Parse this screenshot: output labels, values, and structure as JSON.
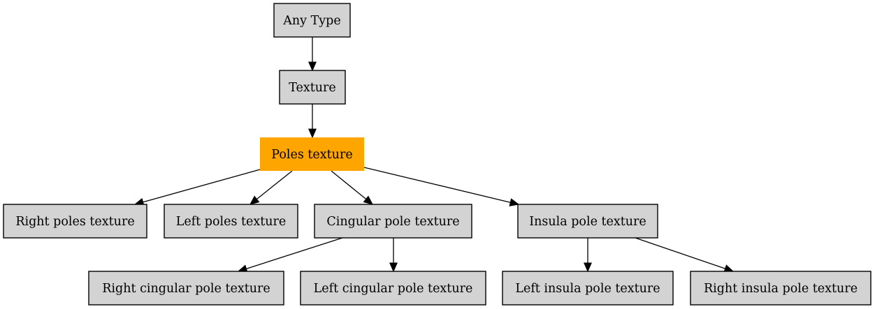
{
  "diagram": {
    "nodes": [
      {
        "id": "any_type",
        "label": "Any Type"
      },
      {
        "id": "texture",
        "label": "Texture"
      },
      {
        "id": "poles_texture",
        "label": "Poles texture",
        "highlight": true
      },
      {
        "id": "right_poles",
        "label": "Right poles texture"
      },
      {
        "id": "left_poles",
        "label": "Left poles texture"
      },
      {
        "id": "cingular_pole",
        "label": "Cingular pole texture"
      },
      {
        "id": "insula_pole",
        "label": "Insula pole texture"
      },
      {
        "id": "right_cingular",
        "label": "Right cingular pole texture"
      },
      {
        "id": "left_cingular",
        "label": "Left cingular pole texture"
      },
      {
        "id": "left_insula",
        "label": "Left insula pole texture"
      },
      {
        "id": "right_insula",
        "label": "Right insula pole texture"
      }
    ],
    "edges": [
      {
        "from": "any_type",
        "to": "texture"
      },
      {
        "from": "texture",
        "to": "poles_texture"
      },
      {
        "from": "poles_texture",
        "to": "right_poles"
      },
      {
        "from": "poles_texture",
        "to": "left_poles"
      },
      {
        "from": "poles_texture",
        "to": "cingular_pole"
      },
      {
        "from": "poles_texture",
        "to": "insula_pole"
      },
      {
        "from": "cingular_pole",
        "to": "right_cingular"
      },
      {
        "from": "cingular_pole",
        "to": "left_cingular"
      },
      {
        "from": "insula_pole",
        "to": "left_insula"
      },
      {
        "from": "insula_pole",
        "to": "right_insula"
      }
    ]
  },
  "colors": {
    "node_fill": "#d3d3d3",
    "highlight_fill": "#ffa500",
    "stroke": "#000000"
  }
}
